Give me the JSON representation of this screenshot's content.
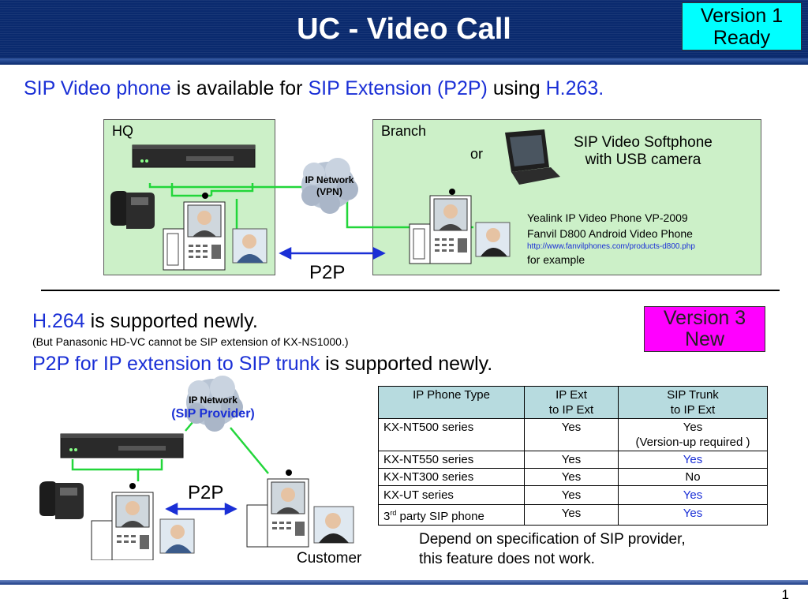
{
  "slide": {
    "title": "UC - Video Call",
    "page_number": "1"
  },
  "badges": {
    "version1": {
      "line1": "Version 1",
      "line2": "Ready",
      "color": "#00ffff"
    },
    "version3": {
      "line1": "Version 3",
      "line2": "New",
      "color": "#ff00ff"
    }
  },
  "subtitle": {
    "p1": "SIP Video phone",
    "p2": " is available for ",
    "p3": "SIP Extension (P2P)",
    "p4": " using ",
    "p5": "H.263."
  },
  "top_diagram": {
    "hq_label": "HQ",
    "branch_label": "Branch",
    "or_label": "or",
    "network_line1": "IP Network",
    "network_line2": "(VPN)",
    "softphone_line1": "SIP Video Softphone",
    "softphone_line2": "with USB camera",
    "example_line1": "Yealink IP Video Phone VP-2009",
    "example_line2": "Fanvil D800 Android Video Phone",
    "example_link": "http://www.fanvilphones.com/products-d800.php",
    "example_line4": "for example",
    "p2p_label": "P2P"
  },
  "h264": {
    "p1": "H.264",
    "p2": " is supported newly.",
    "note": "(But Panasonic HD-VC cannot be SIP extension of KX-NS1000.)"
  },
  "p2p_trunk": {
    "p1": "P2P for IP extension to SIP trunk",
    "p2": " is supported newly."
  },
  "bottom_diagram": {
    "network_line1": "IP Network",
    "network_line2": "(SIP Provider)",
    "p2p_label": "P2P",
    "customer_label": "Customer"
  },
  "table": {
    "headers": [
      {
        "line1": "IP Phone Type",
        "line2": ""
      },
      {
        "line1": "IP Ext",
        "line2": "to IP Ext"
      },
      {
        "line1": "SIP Trunk",
        "line2": "to IP Ext"
      }
    ],
    "rows": [
      {
        "type": "KX-NT500 series",
        "ipext": "Yes",
        "trunk": "Yes",
        "trunk2": "(Version-up required )"
      },
      {
        "type": "KX-NT550 series",
        "ipext": "Yes",
        "trunk": "Yes",
        "trunk2": ""
      },
      {
        "type": "KX-NT300 series",
        "ipext": "Yes",
        "trunk": "No",
        "trunk2": ""
      },
      {
        "type": "KX-UT series",
        "ipext": "Yes",
        "trunk": "Yes",
        "trunk2": ""
      },
      {
        "type_base": "3",
        "type_sup": "rd",
        "type_rest": " party SIP phone",
        "ipext": "Yes",
        "trunk": "Yes",
        "trunk2": ""
      }
    ]
  },
  "notice": {
    "line1": "Depend on specification of SIP provider,",
    "line2": "this feature does not work."
  },
  "colors": {
    "header_bg": "#0a2a6e",
    "text_blue": "#1a2fd6",
    "panel_green": "#ccf0c8",
    "table_header": "#b7dbdf",
    "line_green": "#22d63a",
    "arrow_blue": "#1a2fd6"
  },
  "icons": [
    "pbx-unit-icon",
    "desk-phone-icon",
    "video-phone-icon",
    "person-icon",
    "cloud-icon",
    "laptop-icon",
    "double-arrow-icon"
  ]
}
